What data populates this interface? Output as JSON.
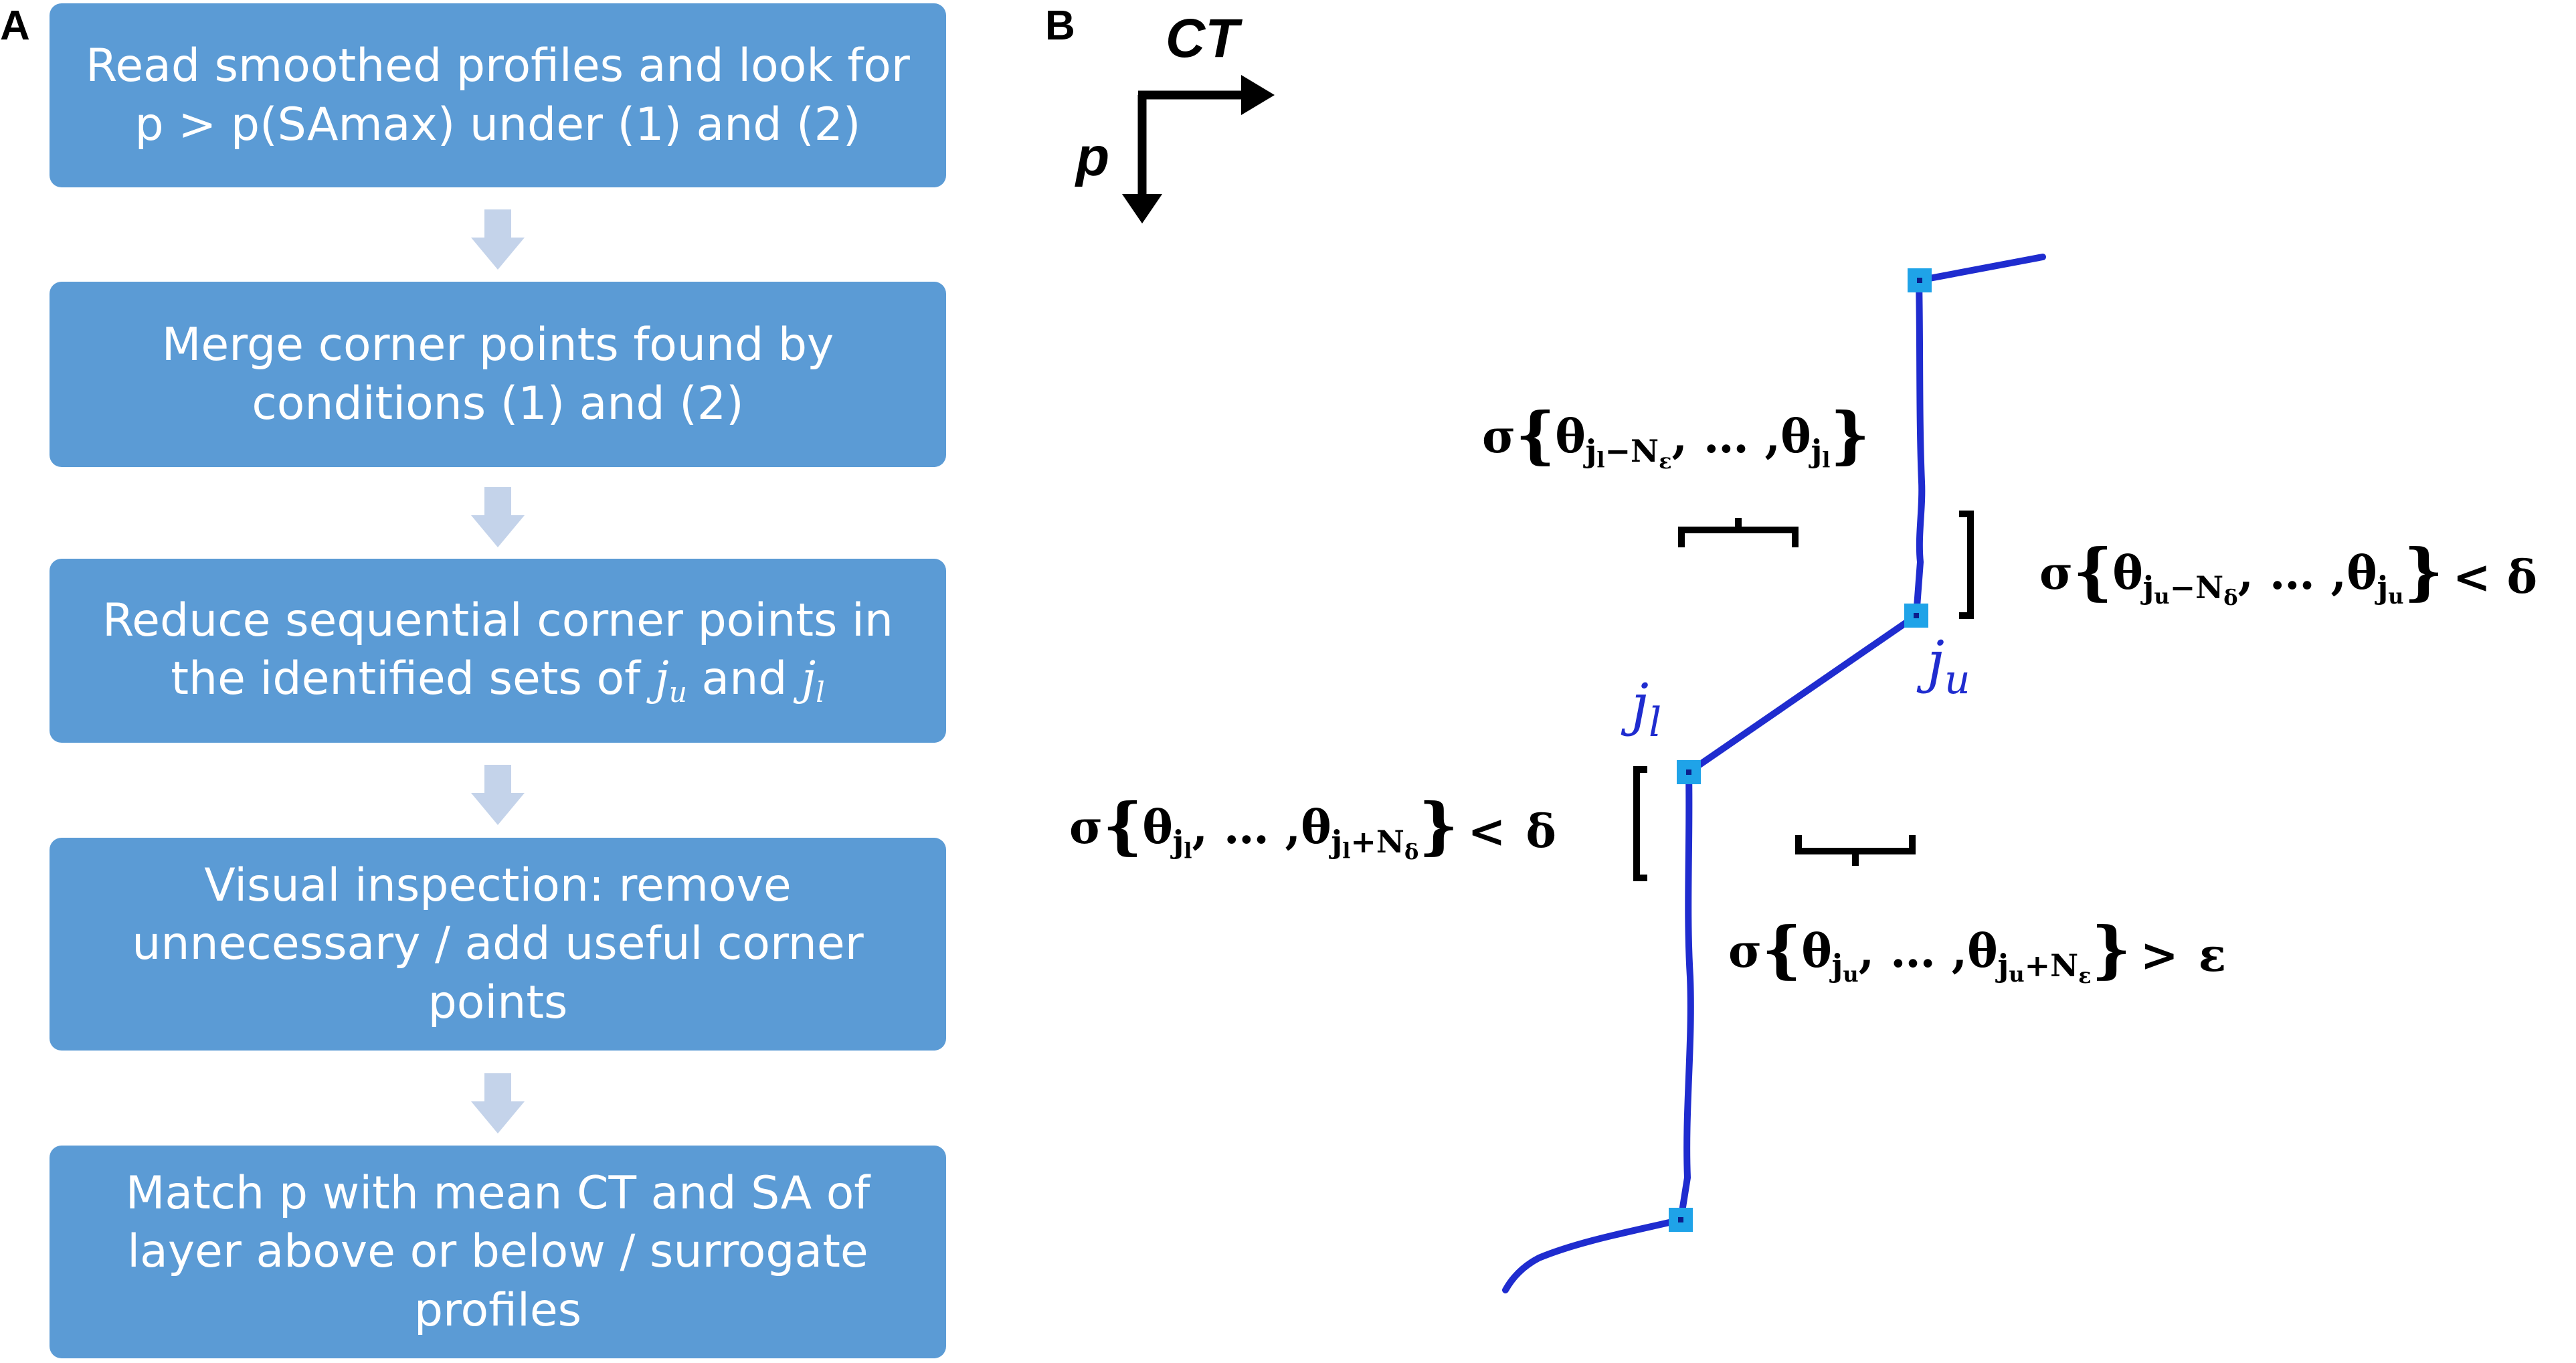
{
  "panels": {
    "a": "A",
    "b": "B"
  },
  "flowchart": {
    "steps": [
      {
        "lines": [
          "Read smoothed profiles and look for",
          "p > p(SAmax) under (1) and (2)"
        ]
      },
      {
        "lines": [
          "Merge corner points found by",
          "conditions (1) and (2)"
        ]
      },
      {
        "line1": "Reduce sequential corner points in",
        "line2_pre": "the identified sets of ",
        "j1": "j",
        "j1_sub": "u",
        "and": " and ",
        "j2": "j",
        "j2_sub": "l"
      },
      {
        "lines": [
          "Visual inspection: remove",
          "unnecessary / add useful corner",
          "points"
        ]
      },
      {
        "lines": [
          "Match p with mean CT and SA of",
          "layer above or below / surrogate",
          "profiles"
        ]
      }
    ],
    "box_color": "#5b9bd5",
    "arrow_color": "#c4d3ea"
  },
  "diagram": {
    "axes": {
      "x_label": "CT",
      "y_label": "p"
    },
    "profile_color": "#1f2ccf",
    "marker_color": "#1fa3e8",
    "point_labels": {
      "ju_base": "j",
      "ju_sub": "u",
      "jl_base": "j",
      "jl_sub": "l"
    },
    "expr_top_left": {
      "sigma": "σ",
      "theta1": "θ",
      "sub1_j": "j",
      "sub1_l": "l",
      "sub1_rest": "−N",
      "sub1_eps": "ε",
      "sep": ", … ,",
      "theta2": "θ",
      "sub2_j": "j",
      "sub2_l": "l"
    },
    "expr_top_right": {
      "sigma": "σ",
      "theta1": "θ",
      "sub1_j": "j",
      "sub1_u": "u",
      "sub1_rest": "−N",
      "sub1_delta": "δ",
      "sep": ", … ,",
      "theta2": "θ",
      "sub2_j": "j",
      "sub2_u": "u",
      "relation": "<",
      "symbol": "δ"
    },
    "expr_mid_left": {
      "sigma": "σ",
      "theta1": "θ",
      "sub1_j": "j",
      "sub1_l": "l",
      "sep": ", … ,",
      "theta2": "θ",
      "sub2_j": "j",
      "sub2_l": "l",
      "sub2_rest": "+N",
      "sub2_delta": "δ",
      "relation": "<",
      "symbol": "δ"
    },
    "expr_bottom_right": {
      "sigma": "σ",
      "theta1": "θ",
      "sub1_j": "j",
      "sub1_u": "u",
      "sep": ", … ,",
      "theta2": "θ",
      "sub2_j": "j",
      "sub2_u": "u",
      "sub2_rest": "+N",
      "sub2_eps": "ε",
      "relation": ">",
      "symbol": "ε"
    }
  }
}
